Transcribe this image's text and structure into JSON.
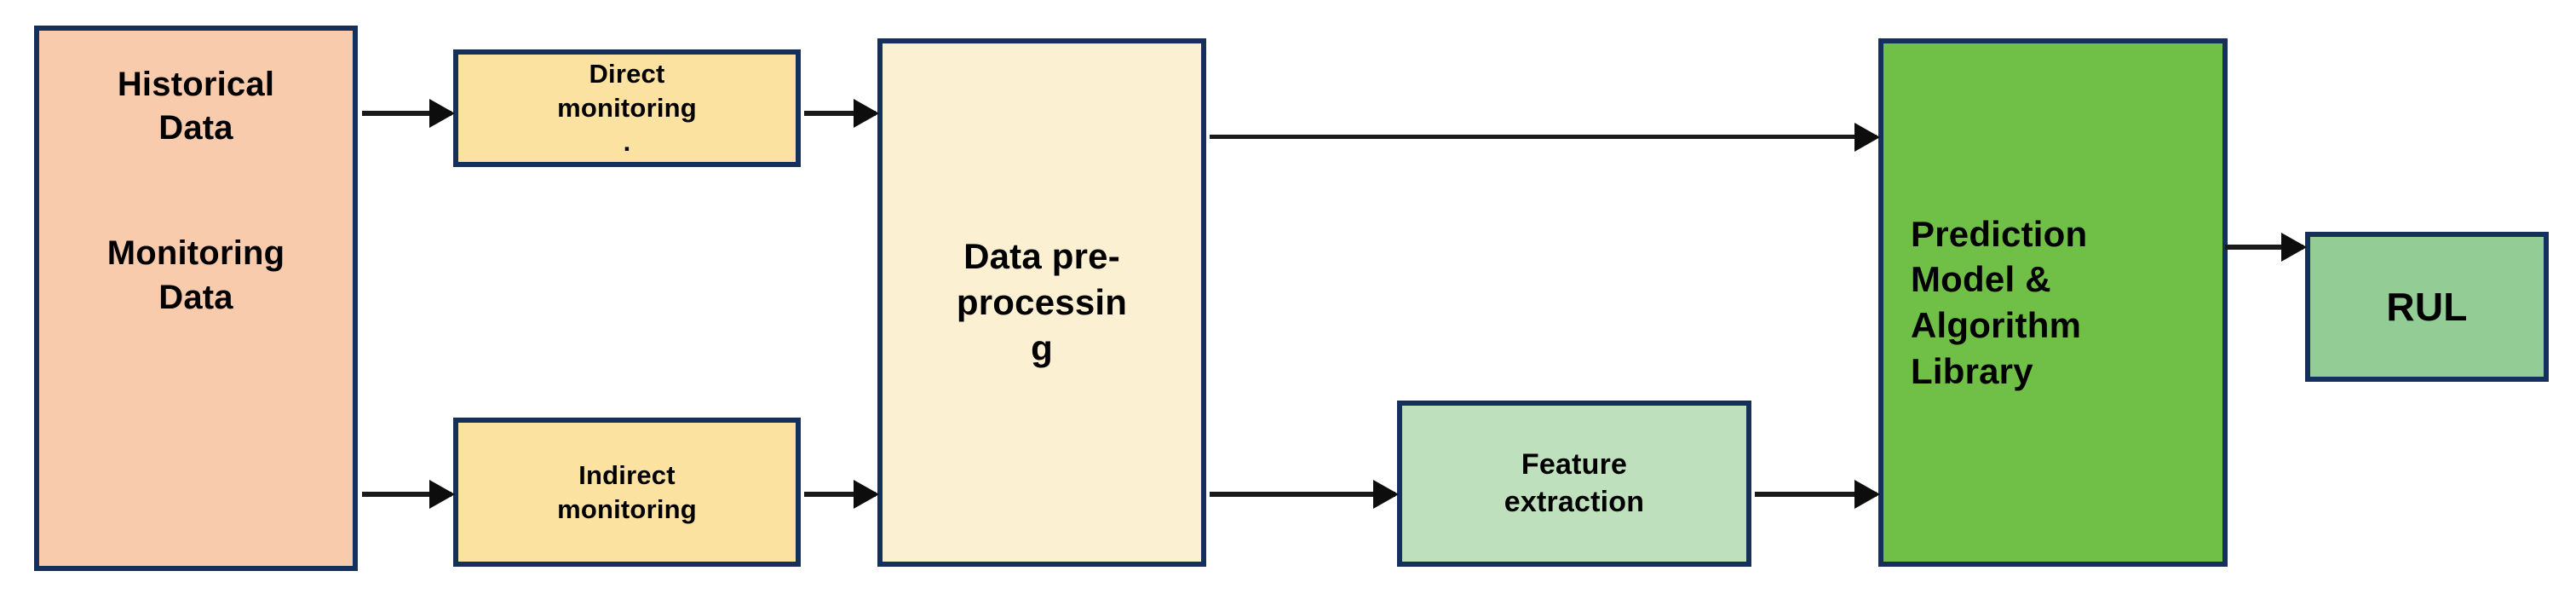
{
  "diagram": {
    "title": "RUL prediction framework flowchart",
    "background": "#ffffff",
    "border_color": "#16305c",
    "arrow_color": "#1a1a1a"
  },
  "nodes": {
    "source": {
      "id": "data-source",
      "fill": "#f8cbad",
      "lines_historical": [
        "Historical",
        "Data"
      ],
      "lines_monitoring": [
        "Monitoring",
        "Data"
      ],
      "historical_line1": "Historical",
      "historical_line2": "Data",
      "monitoring_line1": "Monitoring",
      "monitoring_line2": "Data"
    },
    "direct": {
      "id": "direct-monitoring",
      "fill": "#fbe2a0",
      "line1": "Direct",
      "line2": "monitoring",
      "line3": "."
    },
    "indirect": {
      "id": "indirect-monitoring",
      "fill": "#fbe2a0",
      "line1": "Indirect",
      "line2": "monitoring"
    },
    "preprocessing": {
      "id": "data-pre-processing",
      "fill": "#fcf0d3",
      "line1": "Data pre-",
      "line2": "processin",
      "line3": "g"
    },
    "feature": {
      "id": "feature-extraction",
      "fill": "#bfe0bd",
      "line1": "Feature",
      "line2": "extraction"
    },
    "prediction": {
      "id": "prediction-model-algorithm-library",
      "fill": "#70bf46",
      "line1": "Prediction",
      "line2": "Model &",
      "line3": "Algorithm",
      "line4": "Library"
    },
    "rul": {
      "id": "rul",
      "fill": "#94cc96",
      "label": "RUL"
    }
  },
  "edges": [
    {
      "id": "source-to-direct",
      "from": "data-source",
      "to": "direct-monitoring"
    },
    {
      "id": "source-to-indirect",
      "from": "data-source",
      "to": "indirect-monitoring"
    },
    {
      "id": "direct-to-preprocessing",
      "from": "direct-monitoring",
      "to": "data-pre-processing"
    },
    {
      "id": "indirect-to-preprocessing",
      "from": "indirect-monitoring",
      "to": "data-pre-processing"
    },
    {
      "id": "preprocessing-to-prediction",
      "from": "data-pre-processing",
      "to": "prediction-model-algorithm-library"
    },
    {
      "id": "preprocessing-to-feature",
      "from": "data-pre-processing",
      "to": "feature-extraction"
    },
    {
      "id": "feature-to-prediction",
      "from": "feature-extraction",
      "to": "prediction-model-algorithm-library"
    },
    {
      "id": "prediction-to-rul",
      "from": "prediction-model-algorithm-library",
      "to": "rul"
    }
  ]
}
